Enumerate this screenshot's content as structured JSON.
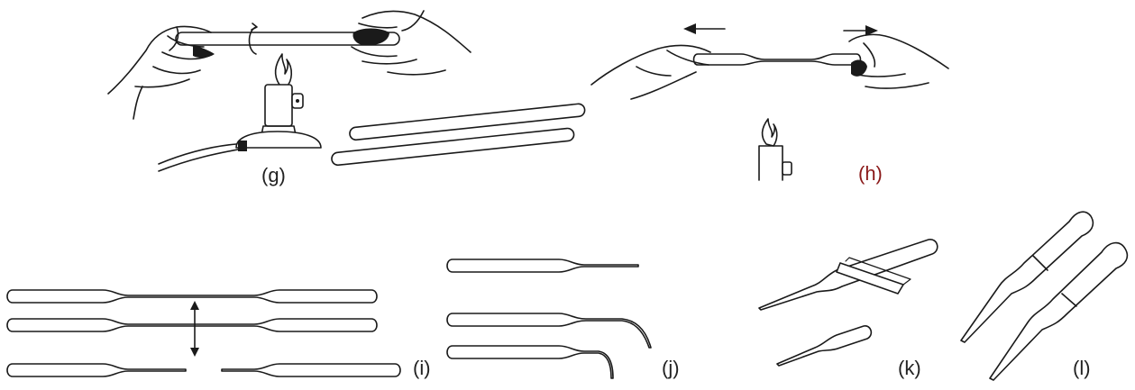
{
  "labels": {
    "g": "(g)",
    "h": "(h)",
    "i": "(i)",
    "j": "(j)",
    "k": "(k)",
    "l": "(l)"
  },
  "colors": {
    "ink": "#1a1a1a",
    "label_h": "#8b1a1a",
    "label": "#222222",
    "background": "#ffffff"
  }
}
